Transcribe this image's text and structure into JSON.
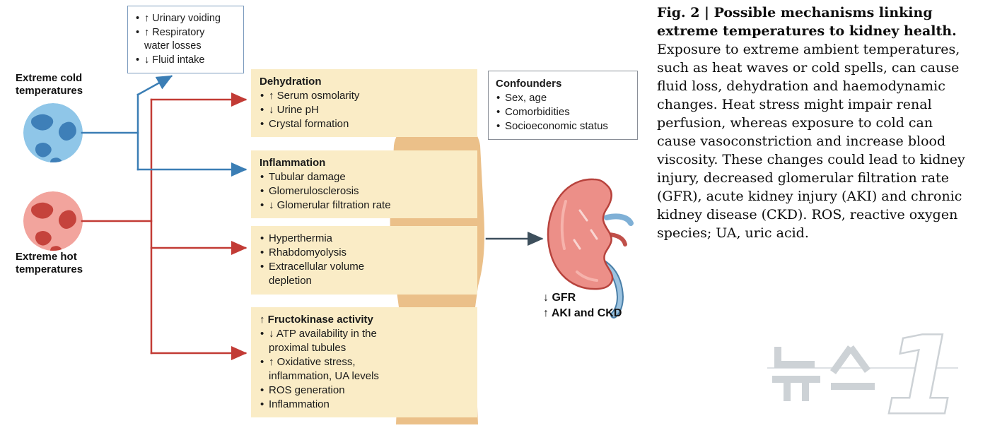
{
  "caption": {
    "bold": "Fig. 2 | Possible mechanisms linking extreme temperatures to kidney health.",
    "text": " Exposure to extreme ambient temperatures, such as heat waves or cold spells, can cause fluid loss, dehydration and haemodynamic changes. Heat stress might impair renal perfusion, whereas exposure to cold can cause vasoconstriction and increase blood viscosity. These changes could lead to kidney injury, decreased glomerular filtration rate (GFR), acute kidney injury (AKI) and chronic kidney disease (CKD). ROS, reactive oxygen species; UA, uric acid."
  },
  "sources": {
    "cold": "Extreme cold temperatures",
    "hot": "Extreme hot temperatures"
  },
  "fluid_loss_box": {
    "items": [
      "↑ Urinary voiding",
      "↑ Respiratory water losses",
      "↓ Fluid intake"
    ]
  },
  "mechanism_boxes": [
    {
      "title": "Dehydration",
      "items": [
        "↑ Serum osmolarity",
        "↓ Urine pH",
        "Crystal formation"
      ]
    },
    {
      "title": "Inflammation",
      "items": [
        "Tubular damage",
        "Glomerulosclerosis",
        "↓ Glomerular filtration rate"
      ]
    },
    {
      "title": "",
      "items": [
        "Hyperthermia",
        "Rhabdomyolysis",
        "Extracellular volume depletion"
      ]
    },
    {
      "title": "↑ Fructokinase activity",
      "items": [
        "↓ ATP availability in the proximal tubules",
        "↑ Oxidative stress, inflammation, UA levels",
        "ROS generation",
        "Inflammation"
      ]
    }
  ],
  "confounders_box": {
    "title": "Confounders",
    "items": [
      "Sex, age",
      "Comorbidities",
      "Socioeconomic status"
    ]
  },
  "outcome": {
    "line1": "↓ GFR",
    "line2": "↑ AKI and CKD"
  },
  "watermark": {
    "text": "뉴스1"
  },
  "connections": [
    {
      "from": "extreme-cold",
      "to": "fluid-loss-box",
      "color": "blue"
    },
    {
      "from": "extreme-cold",
      "to": "inflammation-box",
      "color": "blue"
    },
    {
      "from": "extreme-hot",
      "to": "dehydration-box",
      "color": "red"
    },
    {
      "from": "extreme-hot",
      "to": "heat-effects-box",
      "color": "red"
    },
    {
      "from": "extreme-hot",
      "to": "fructokinase-box",
      "color": "red"
    },
    {
      "from": "body",
      "to": "kidney",
      "color": "dark"
    }
  ],
  "colors": {
    "cold_blue": "#3B7EB5",
    "hot_red": "#C23B35",
    "box_cream": "#FAECC6",
    "body_tan": "#EBC089",
    "kidney_pink": "#EC8F88",
    "arrow_dark": "#3D4F5C",
    "watermark_gray": "#CBD0D4"
  }
}
